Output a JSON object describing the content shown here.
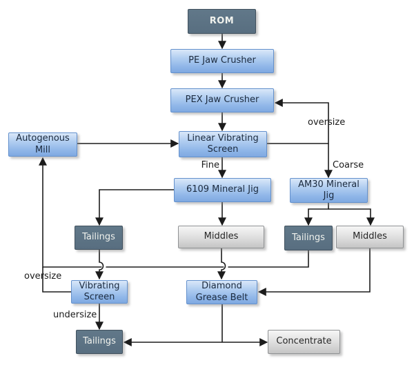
{
  "diagram": {
    "type": "flowchart",
    "subject": "Mineral processing flow from ROM to Concentrate"
  },
  "colors": {
    "background": "#ffffff",
    "connector_line": "#1c1c1c",
    "blue_node_fill_top": "#dae8f9",
    "blue_node_fill_bottom": "#7fa9e1",
    "blue_node_border": "#6390cc",
    "dark_node_fill": "#5b7183",
    "dark_node_border": "#40505d",
    "dark_node_text": "#f1f3ee",
    "gray_node_fill_top": "#f6f6f6",
    "gray_node_fill_bottom": "#c5c5c5",
    "gray_node_border": "#8f9193",
    "node_text": "#1b2a3e"
  },
  "nodes": {
    "rom": {
      "label": "ROM"
    },
    "pe_jaw_crusher": {
      "label": "PE Jaw Crusher"
    },
    "pex_jaw_crusher": {
      "label": "PEX Jaw Crusher"
    },
    "linear_vibrating_screen": {
      "label": "Linear Vibrating\nScreen"
    },
    "autogenous_mill": {
      "label": "Autogenous\nMill"
    },
    "jig_6109": {
      "label": "6109 Mineral Jig"
    },
    "am30_jig": {
      "label": "AM30 Mineral\nJig"
    },
    "tailings_from_6109": {
      "label": "Tailings"
    },
    "middles_from_6109": {
      "label": "Middles"
    },
    "tailings_from_am30": {
      "label": "Tailings"
    },
    "middles_from_am30": {
      "label": "Middles"
    },
    "vibrating_screen": {
      "label": "Vibrating\nScreen"
    },
    "diamond_grease_belt": {
      "label": "Diamond\nGrease Belt"
    },
    "tailings_final": {
      "label": "Tailings"
    },
    "concentrate": {
      "label": "Concentrate"
    }
  },
  "edge_labels": {
    "oversize_to_pex": "oversize",
    "coarse": "Coarse",
    "fine": "Fine",
    "oversize_to_mill": "oversize",
    "undersize": "undersize"
  }
}
